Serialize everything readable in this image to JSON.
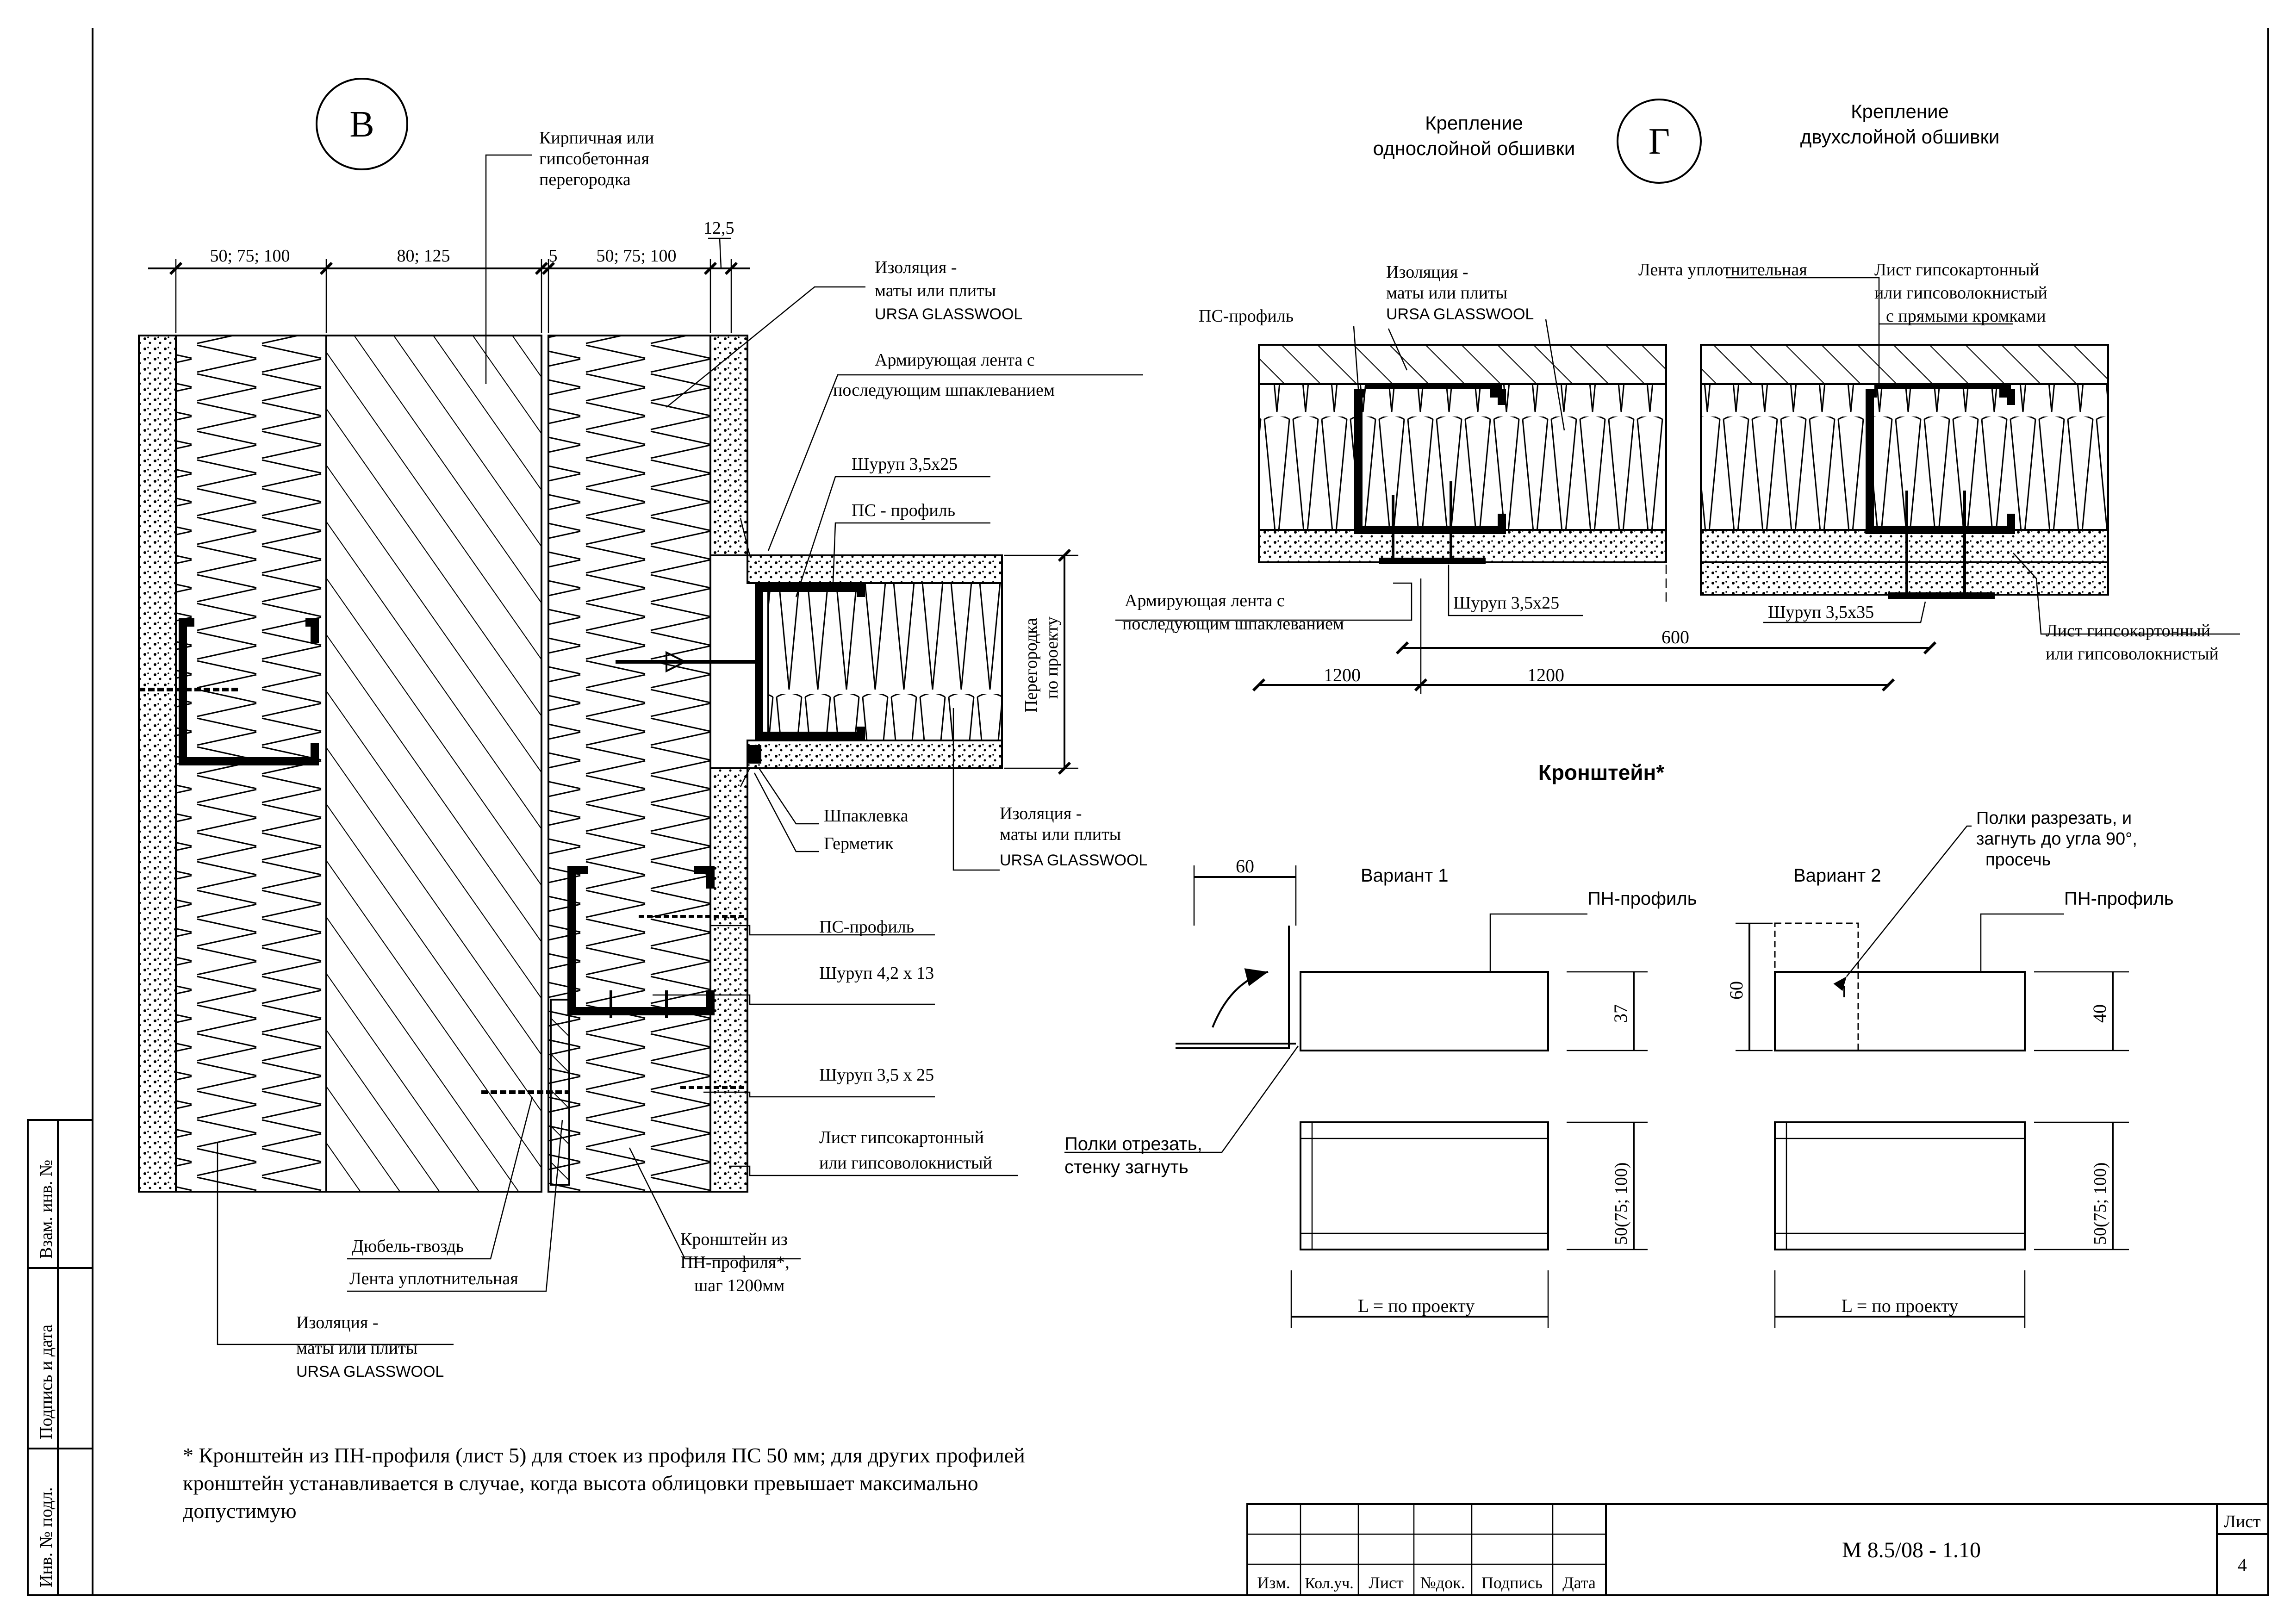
{
  "frame": {
    "side_stamps": [
      "Взам. инв. №",
      "Подпись и дата",
      "Инв. № подл."
    ]
  },
  "section_v": {
    "marker": "В",
    "dims_top": [
      "50; 75; 100",
      "80; 125",
      "5",
      "50; 75; 100",
      "12,5"
    ],
    "labels": {
      "brick": [
        "Кирпичная или",
        "гипсобетонная",
        "перегородка"
      ],
      "insulation_top": [
        "Изоляция -",
        "маты или плиты",
        "URSA GLASSWOOL"
      ],
      "reinf_tape": [
        "Армирующая лента с",
        "последующим шпаклеванием"
      ],
      "screw_35x25": "Шуруп 3,5x25",
      "ps_profile_1": "ПС - профиль",
      "partition": [
        "Перегородка",
        "по проекту"
      ],
      "putty": "Шпаклевка",
      "sealant": "Герметик",
      "insulation_mid": [
        "Изоляция -",
        "маты или плиты",
        "URSA GLASSWOOL"
      ],
      "ps_profile_2": "ПС-профиль",
      "screw_42x13": "Шуруп 4,2 х 13",
      "screw_35_x_25": "Шуруп 3,5 х 25",
      "gypsum_sheet": [
        "Лист гипсокартонный",
        "или гипсоволокнистый"
      ],
      "dowel": "Дюбель-гвоздь",
      "seal_tape": "Лента уплотнительная",
      "bracket": [
        "Кронштейн из",
        "ПН-профиля*,",
        "шаг 1200мм"
      ],
      "insulation_bottom": [
        "Изоляция -",
        "маты или плиты",
        "URSA GLASSWOOL"
      ]
    }
  },
  "section_g": {
    "marker": "Г",
    "title_left": [
      "Крепление",
      "однослойной обшивки"
    ],
    "title_right": [
      "Крепление",
      "двухслойной обшивки"
    ],
    "labels": {
      "insulation": [
        "Изоляция -",
        "маты или плиты",
        "URSA GLASSWOOL"
      ],
      "ps_profile": "ПС-профиль",
      "seal_tape": "Лента уплотнительная",
      "gypsum_straight": [
        "Лист гипсокартонный",
        "или гипсоволокнистый",
        "с прямыми кромками"
      ],
      "reinf_tape": [
        "Армирующая лента с",
        "последующим шпаклеванием"
      ],
      "screw_35x25": "Шуруп 3,5x25",
      "screw_35x35": "Шуруп 3,5x35",
      "gypsum_sheet": [
        "Лист гипсокартонный",
        "или гипсоволокнистый"
      ]
    },
    "dims": [
      "600",
      "1200",
      "1200"
    ]
  },
  "bracket": {
    "title": "Кронштейн*",
    "variant1": "Вариант 1",
    "variant2": "Вариант 2",
    "pn_profile": "ПН-профиль",
    "cut_note": [
      "Полки разрезать, и",
      "загнуть до угла 90°,",
      "просечь"
    ],
    "trim_note": [
      "Полки отрезать,",
      "стенку загнуть"
    ],
    "dims": {
      "d60a": "60",
      "d37": "37",
      "d60b": "60",
      "d40": "40",
      "d50a": "50(75; 100)",
      "d50b": "50(75; 100)",
      "lA": "L = по проекту",
      "lB": "L = по проекту"
    }
  },
  "footnote": [
    "* Кронштейн из ПН-профиля (лист 5) для стоек из профиля ПС 50 мм; для других профилей",
    "кронштейн устанавливается в случае, когда высота облицовки превышает максимально",
    "допустимую"
  ],
  "title_block": {
    "cols": [
      "Изм.",
      "Кол.уч.",
      "Лист",
      "№док.",
      "Подпись",
      "Дата"
    ],
    "code": "М 8.5/08 - 1.10",
    "sheet_label": "Лист",
    "sheet_no": "4"
  }
}
